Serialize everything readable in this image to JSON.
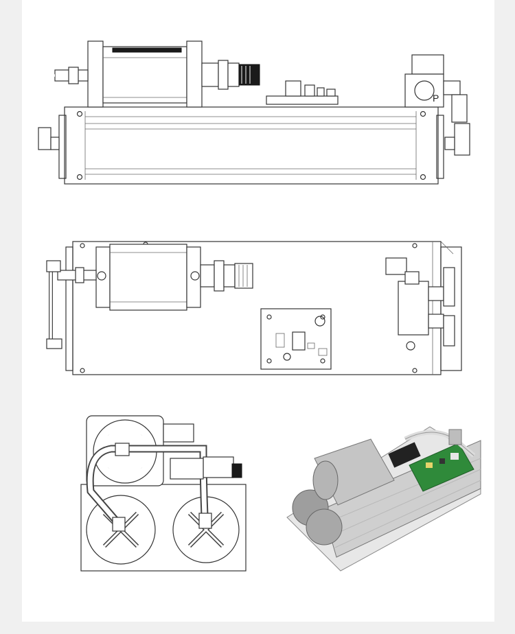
{
  "drawings": [
    {
      "id": "side-elevation"
    },
    {
      "id": "top-plan"
    },
    {
      "id": "end-elevation"
    },
    {
      "id": "product-photo"
    }
  ],
  "components": {
    "solenoid_valve_port_label": "P"
  },
  "colors": {
    "background": "#f0f0f0",
    "panel": "#ffffff",
    "line": "#333333",
    "pcb_green": "#2f8a3a",
    "metal": "#c9c9c9"
  }
}
